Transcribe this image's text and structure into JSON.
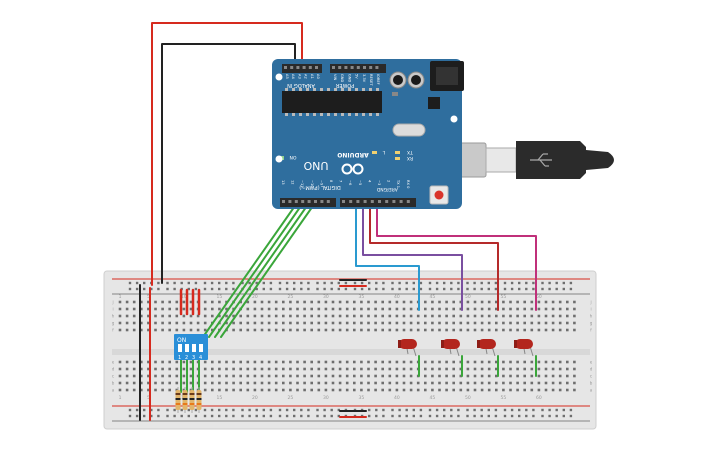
{
  "board": {
    "brand": "ARDUINO",
    "model": "UNO",
    "analog_header_label": "ANALOG IN",
    "power_header_label": "POWER",
    "digital_header_label": "DIGITAL (PWM~)",
    "on_label": "ON",
    "tx_label": "TX",
    "rx_label": "RX",
    "l_label": "L",
    "aref_label": "AREF",
    "gnd_label": "GND",
    "analog_pins": [
      "A5",
      "A4",
      "A3",
      "A2",
      "A1",
      "A0"
    ],
    "power_pins": [
      "VIN",
      "GND",
      "GND",
      "5V",
      "3.3V",
      "RESET",
      "IOREF"
    ],
    "digital_pins": [
      "13",
      "12",
      "~11",
      "~10",
      "~9",
      "8",
      "7",
      "~6",
      "~5",
      "4",
      "~3",
      "2",
      "TX 1",
      "RX 0"
    ]
  },
  "dip_switch": {
    "on_label": "ON",
    "numbers": [
      "1",
      "2",
      "3",
      "4"
    ]
  },
  "breadboard": {
    "column_numbers": [
      "1",
      "5",
      "10",
      "15",
      "20",
      "25",
      "30",
      "35",
      "40",
      "45",
      "50",
      "55",
      "60"
    ],
    "row_letters_top": [
      "j",
      "i",
      "h",
      "g",
      "f"
    ],
    "row_letters_bottom": [
      "e",
      "d",
      "c",
      "b",
      "a"
    ]
  },
  "colors": {
    "board_blue": "#2f6e9e",
    "board_dark": "#1f4e73",
    "breadboard": "#e6e6e6",
    "wire_red": "#d62a1e",
    "wire_black": "#222222",
    "wire_green": "#3aa63a",
    "wire_blue": "#2a9ad0",
    "wire_purple": "#7a4fa0",
    "wire_pink": "#c0307a",
    "wire_darkred": "#b52a2a",
    "led_red": "#b3261e",
    "dip_blue": "#2a8fd8"
  }
}
